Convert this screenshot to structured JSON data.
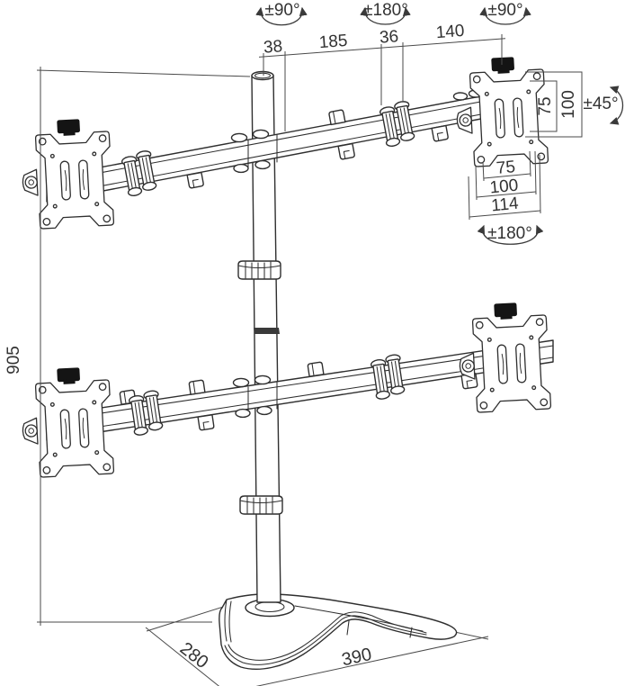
{
  "drawing": {
    "kind": "technical-dimension-drawing",
    "subject": "quad-monitor-desk-stand"
  },
  "colors": {
    "background": "#ffffff",
    "line": "#2f2f2f",
    "dimension_line": "#4a4a4a",
    "text": "#333333",
    "knob": "#141414"
  },
  "dimensions": {
    "top": {
      "pole": "38",
      "inner_arm": "185",
      "joint": "36",
      "outer_arm": "140"
    },
    "vesa": {
      "vertical_75": "75",
      "vertical_100": "100",
      "horizontal_75": "75",
      "horizontal_100": "100",
      "plate_width": "114"
    },
    "column_height": "905",
    "base": {
      "depth": "280",
      "width": "390"
    }
  },
  "rotations": {
    "top_left": "±90°",
    "top_center": "±180°",
    "top_right": "±90°",
    "tilt": "±45°",
    "swivel": "±180°"
  }
}
